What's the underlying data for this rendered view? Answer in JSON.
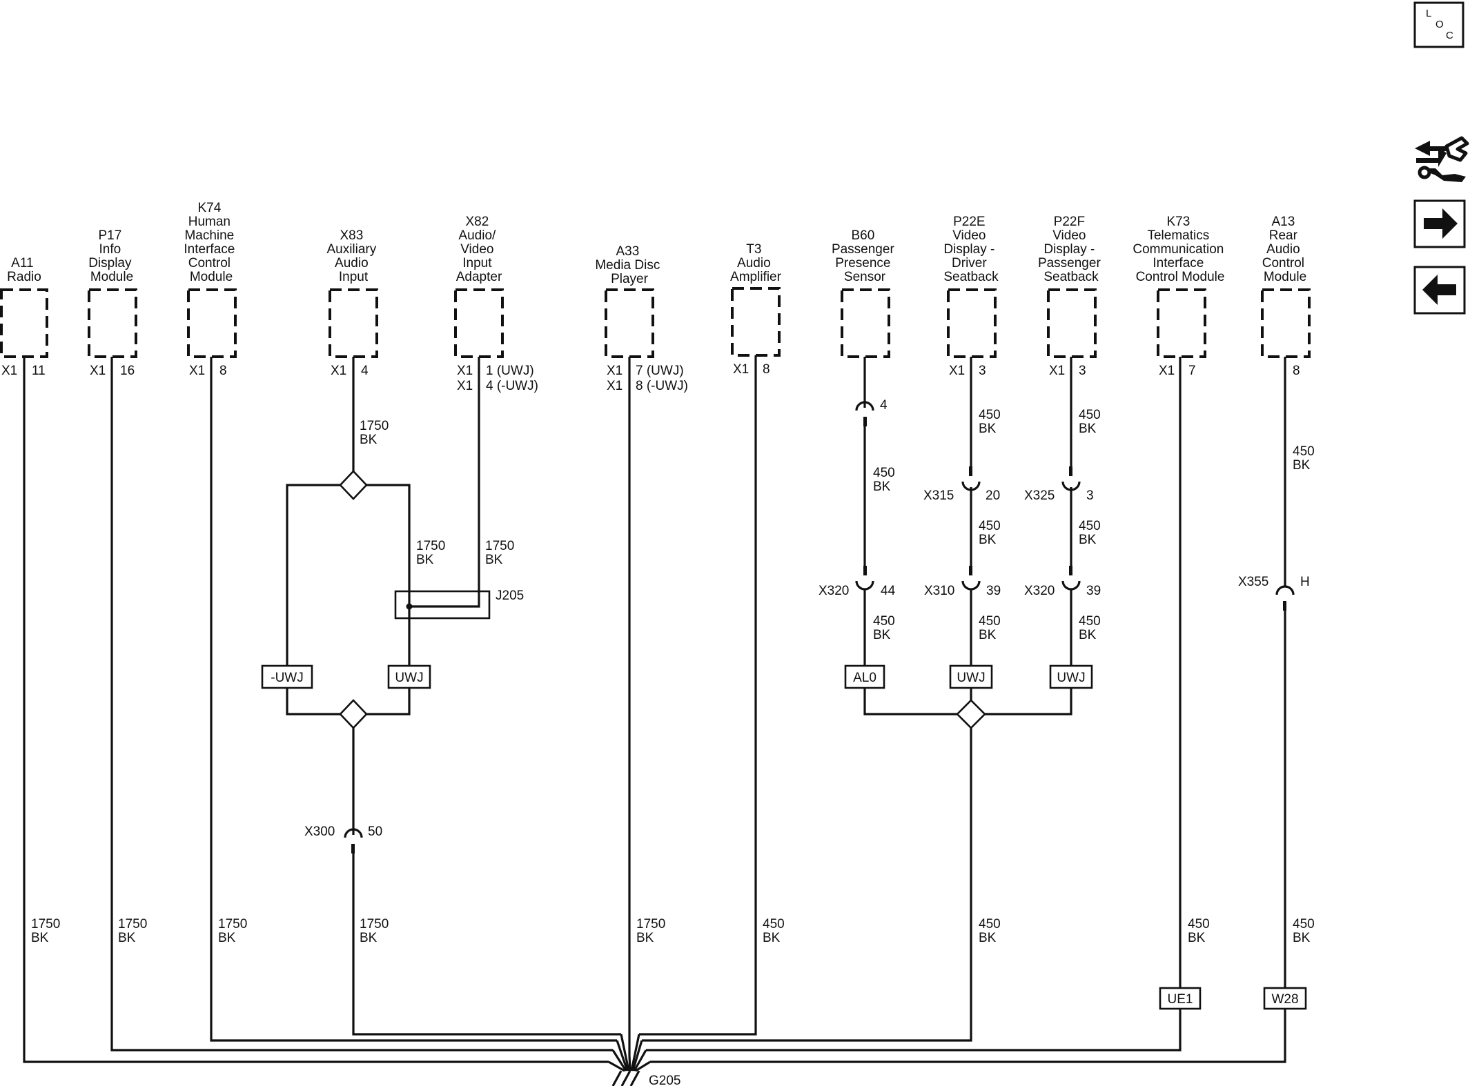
{
  "ground": "G205",
  "loc_icon": {
    "letters": [
      "L",
      "O",
      "C"
    ]
  },
  "icons": {
    "connector": "connector-tool-icon",
    "next": "arrow-right-icon",
    "prev": "arrow-left-icon"
  },
  "components": [
    {
      "id": "A11",
      "lines": [
        "A11",
        "Radio"
      ],
      "pin": [
        "X1",
        "11"
      ],
      "wire": [
        "1750",
        "BK"
      ]
    },
    {
      "id": "P17",
      "lines": [
        "P17",
        "Info",
        "Display",
        "Module"
      ],
      "pin": [
        "X1",
        "16"
      ],
      "wire": [
        "1750",
        "BK"
      ]
    },
    {
      "id": "K74",
      "lines": [
        "K74",
        "Human",
        "Machine",
        "Interface",
        "Control",
        "Module"
      ],
      "pin": [
        "X1",
        "8"
      ],
      "wire": [
        "1750",
        "BK"
      ]
    },
    {
      "id": "X83",
      "lines": [
        "X83",
        "Auxiliary",
        "Audio",
        "Input"
      ],
      "pin": [
        "X1",
        "4"
      ],
      "wire": [
        "1750",
        "BK"
      ]
    },
    {
      "id": "X82",
      "lines": [
        "X82",
        "Audio/",
        "Video",
        "Input",
        "Adapter"
      ],
      "pins": [
        [
          "X1",
          "1 (UWJ)"
        ],
        [
          "X1",
          "4 (-UWJ)"
        ]
      ],
      "wire": [
        "1750",
        "BK"
      ]
    },
    {
      "id": "A33",
      "lines": [
        "A33",
        "Media Disc",
        "Player"
      ],
      "pins": [
        [
          "X1",
          "7 (UWJ)"
        ],
        [
          "X1",
          "8 (-UWJ)"
        ]
      ],
      "wire": [
        "1750",
        "BK"
      ]
    },
    {
      "id": "T3",
      "lines": [
        "T3",
        "Audio",
        "Amplifier"
      ],
      "pin": [
        "X1",
        "8"
      ],
      "wire": [
        "450",
        "BK"
      ]
    },
    {
      "id": "B60",
      "lines": [
        "B60",
        "Passenger",
        "Presence",
        "Sensor"
      ],
      "pin": [
        "",
        "4"
      ],
      "wire": [
        "450",
        "BK"
      ]
    },
    {
      "id": "P22E",
      "lines": [
        "P22E",
        "Video",
        "Display -",
        "Driver",
        "Seatback"
      ],
      "pin": [
        "X1",
        "3"
      ],
      "wire": [
        "450",
        "BK"
      ]
    },
    {
      "id": "P22F",
      "lines": [
        "P22F",
        "Video",
        "Display -",
        "Passenger",
        "Seatback"
      ],
      "pin": [
        "X1",
        "3"
      ],
      "wire": [
        "450",
        "BK"
      ]
    },
    {
      "id": "K73",
      "lines": [
        "K73",
        "Telematics",
        "Communication",
        "Interface",
        "Control Module"
      ],
      "pin": [
        "X1",
        "7"
      ],
      "wire": [
        "450",
        "BK"
      ]
    },
    {
      "id": "A13",
      "lines": [
        "A13",
        "Rear",
        "Audio",
        "Control",
        "Module"
      ],
      "pin": [
        "",
        "8"
      ],
      "wire": [
        "450",
        "BK"
      ]
    }
  ],
  "inline_connectors": [
    {
      "name": "X300",
      "pin": "50"
    },
    {
      "name": "X315",
      "pin": "20"
    },
    {
      "name": "X325",
      "pin": "3"
    },
    {
      "name": "X320",
      "pin": "44"
    },
    {
      "name": "X310",
      "pin": "39"
    },
    {
      "name": "X320",
      "pin": "39"
    },
    {
      "name": "X355",
      "pin": "H"
    }
  ],
  "splice": "J205",
  "options": [
    "-UWJ",
    "UWJ",
    "AL0",
    "UWJ",
    "UWJ",
    "UE1",
    "W28"
  ],
  "wire_label": {
    "gauge_1750": "1750",
    "gauge_450": "450",
    "color": "BK"
  }
}
